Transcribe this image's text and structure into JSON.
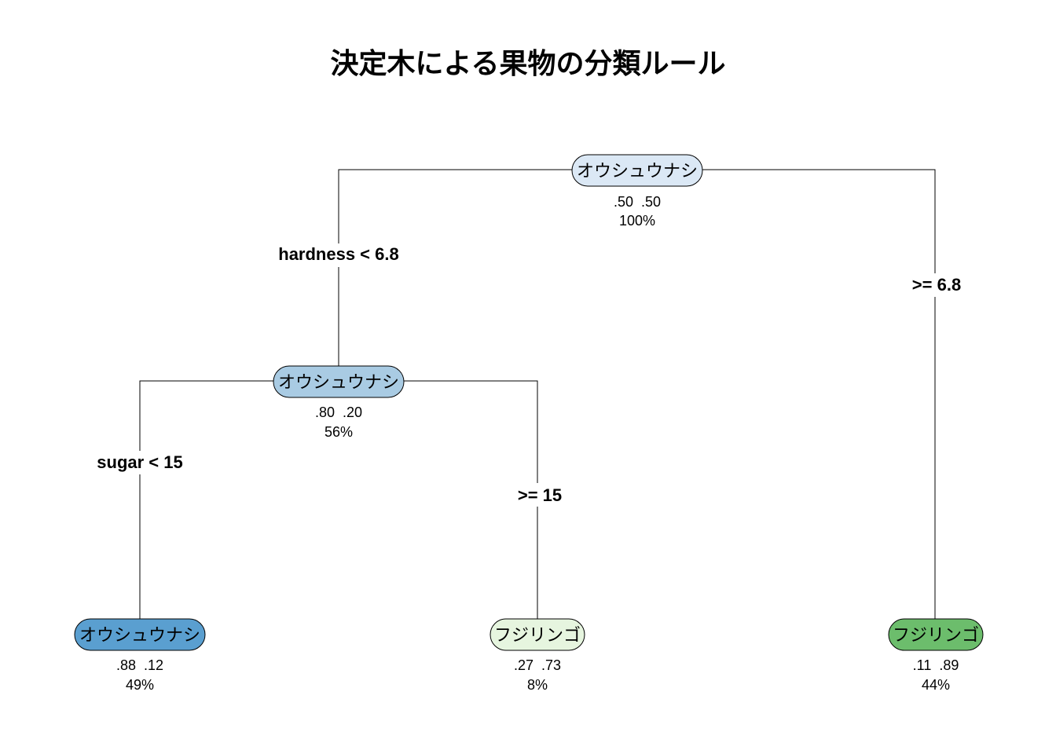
{
  "title": "決定木による果物の分類ルール",
  "nodes": [
    {
      "id": "n1",
      "label": "オウシュウナシ",
      "probs": ".50  .50",
      "percent": "100%",
      "color": "#dbe8f5"
    },
    {
      "id": "n2",
      "label": "オウシュウナシ",
      "probs": ".80  .20",
      "percent": "56%",
      "color": "#a9cbe3"
    },
    {
      "id": "n3",
      "label": "オウシュウナシ",
      "probs": ".88  .12",
      "percent": "49%",
      "color": "#5a9fd0"
    },
    {
      "id": "n4",
      "label": "フジリンゴ",
      "probs": ".27  .73",
      "percent": "8%",
      "color": "#e6f5df"
    },
    {
      "id": "n5",
      "label": "フジリンゴ",
      "probs": ".11  .89",
      "percent": "44%",
      "color": "#6cbd6c"
    }
  ],
  "splits": [
    {
      "id": "s1",
      "text": "hardness < 6.8"
    },
    {
      "id": "s2",
      "text": ">= 6.8"
    },
    {
      "id": "s3",
      "text": "sugar < 15"
    },
    {
      "id": "s4",
      "text": ">= 15"
    }
  ]
}
